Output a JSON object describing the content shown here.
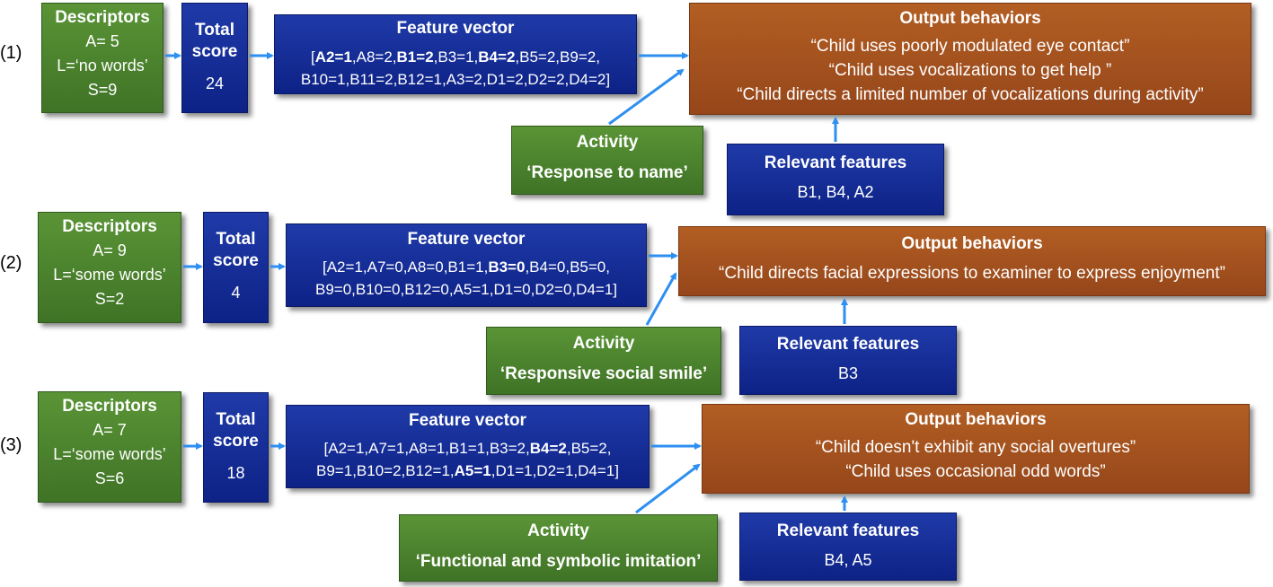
{
  "rows": [
    {
      "label": "(1)",
      "descriptors": {
        "title": "Descriptors",
        "a": "A= 5",
        "l": "L=‘no words’",
        "s": "S=9"
      },
      "total": {
        "title1": "Total",
        "title2": "score",
        "value": "24"
      },
      "feature": {
        "title": "Feature vector",
        "line1": [
          [
            "[",
            false
          ],
          [
            "A2=1",
            true
          ],
          [
            ",A8=2,",
            false
          ],
          [
            "B1=2",
            true
          ],
          [
            ",B3=1,",
            false
          ],
          [
            "B4=2",
            true
          ],
          [
            ",B5=2,B9=2,",
            false
          ]
        ],
        "line2": [
          [
            "B10=1,B11=2,B12=1,A3=2,D1=2,D2=2,D4=2]",
            false
          ]
        ]
      },
      "output": {
        "title": "Output behaviors",
        "lines": [
          "“Child uses poorly modulated eye contact”",
          "“Child uses vocalizations to get help ”",
          "“Child directs a limited number of vocalizations during activity”"
        ]
      },
      "activity": {
        "title": "Activity",
        "name": "‘Response to name’"
      },
      "relevant": {
        "title": "Relevant features",
        "value": "B1, B4, A2"
      }
    },
    {
      "label": "(2)",
      "descriptors": {
        "title": "Descriptors",
        "a": "A= 9",
        "l": "L=‘some words’",
        "s": "S=2"
      },
      "total": {
        "title1": "Total",
        "title2": "score",
        "value": "4"
      },
      "feature": {
        "title": "Feature vector",
        "line1": [
          [
            "[A2=1,A7=0,A8=0,B1=1,",
            false
          ],
          [
            "B3=0",
            true
          ],
          [
            ",B4=0,B5=0,",
            false
          ]
        ],
        "line2": [
          [
            "B9=0,B10=0,B12=0,A5=1,D1=0,D2=0,D4=1]",
            false
          ]
        ]
      },
      "output": {
        "title": "Output behaviors",
        "lines": [
          "“Child directs facial expressions to examiner to express enjoyment”"
        ]
      },
      "activity": {
        "title": "Activity",
        "name": "‘Responsive social smile’"
      },
      "relevant": {
        "title": "Relevant features",
        "value": "B3"
      }
    },
    {
      "label": "(3)",
      "descriptors": {
        "title": "Descriptors",
        "a": "A= 7",
        "l": "L=‘some words’",
        "s": "S=6"
      },
      "total": {
        "title1": "Total",
        "title2": "score",
        "value": "18"
      },
      "feature": {
        "title": "Feature vector",
        "line1": [
          [
            "[A2=1,A7=1,A8=1,B1=1,B3=2,",
            false
          ],
          [
            "B4=2",
            true
          ],
          [
            ",B5=2,",
            false
          ]
        ],
        "line2": [
          [
            "B9=1,B10=2,B12=1,",
            false
          ],
          [
            "A5=1",
            true
          ],
          [
            ",D1=1,D2=1,D4=1]",
            false
          ]
        ]
      },
      "output": {
        "title": "Output behaviors",
        "lines": [
          "“Child doesn't exhibit any social overtures”",
          "“Child uses occasional odd words”"
        ]
      },
      "activity": {
        "title": "Activity",
        "name": "‘Functional and symbolic imitation’"
      },
      "relevant": {
        "title": "Relevant features",
        "value": "B4, A5"
      }
    }
  ],
  "colors": {
    "green": "#4a8230",
    "blue": "#1a2f9a",
    "orange": "#a3521f",
    "arrow": "#2e8ff0"
  }
}
